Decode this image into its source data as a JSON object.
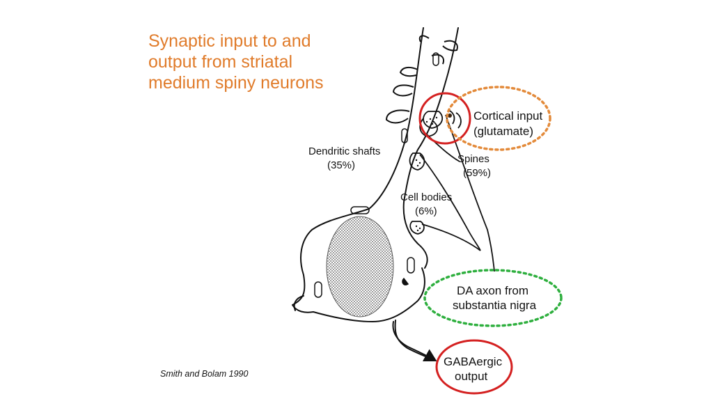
{
  "slide": {
    "title": "Synaptic input to and output from striatal medium spiny neurons",
    "citation": "Smith and Bolam 1990"
  },
  "diagram": {
    "labels": {
      "cortical_input_line1": "Cortical input",
      "cortical_input_line2": "(glutamate)",
      "dendritic_shafts_line1": "Dendritic shafts",
      "dendritic_shafts_line2": "(35%)",
      "spines_line1": "Spines",
      "spines_line2": "(59%)",
      "cell_bodies_line1": "Cell bodies",
      "cell_bodies_line2": "(6%)",
      "da_axon_line1": "DA axon from",
      "da_axon_line2": "substantia nigra",
      "gaba_output_line1": "GABAergic",
      "gaba_output_line2": "output"
    },
    "colors": {
      "title": "#E07B2A",
      "orange_dotted": "#E38A3A",
      "green_dotted": "#2EAF3E",
      "red_circle": "#D42020",
      "nucleus_fill": "#9a9a9a"
    }
  }
}
